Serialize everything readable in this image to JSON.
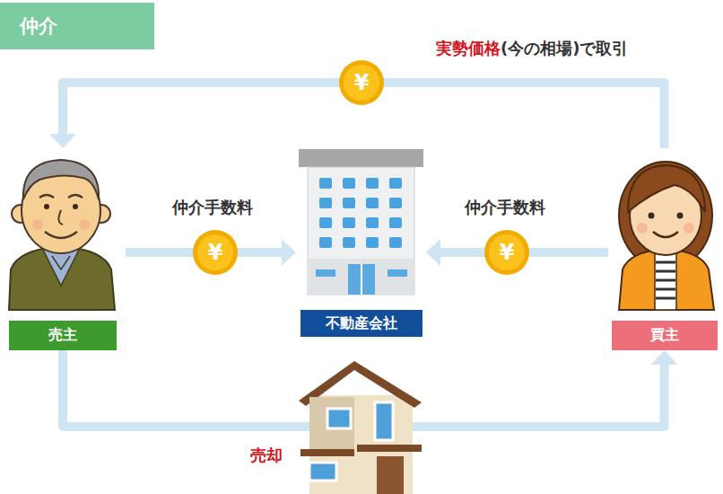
{
  "diagram": {
    "title": "仲介",
    "nodes": [
      {
        "text": [
          "売主"
        ]
      },
      {
        "text": [
          "不動産会社"
        ]
      },
      {
        "text": [
          "買主"
        ]
      }
    ],
    "edges": [
      {
        "from": 2,
        "to": 0,
        "arrow": "to"
      },
      {
        "from": 0,
        "to": 1,
        "label": "仲介手数料",
        "arrow": "to"
      },
      {
        "from": 2,
        "to": 1,
        "label": "仲介手数料",
        "arrow": "to"
      },
      {
        "from": 0,
        "to": 2,
        "label": "売却",
        "arrow": "to"
      }
    ],
    "labels": [
      "実勢価格",
      "(今の相場)で取引",
      "¥",
      "¥",
      "¥"
    ]
  }
}
